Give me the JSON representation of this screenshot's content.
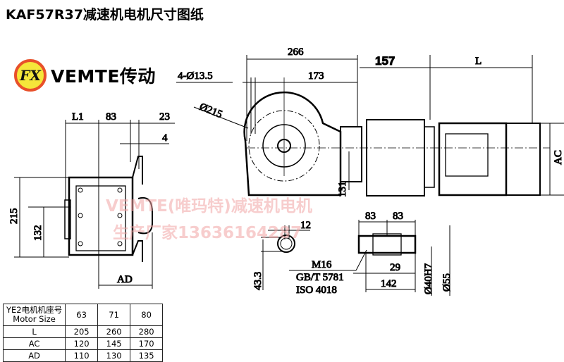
{
  "title": "KAF57R37减速机电机尺寸图纸",
  "logo": {
    "mark": "FX",
    "text": "VEMTE传动"
  },
  "watermark": {
    "line1": "VEMTE(唯玛特)减速机电机",
    "line2": "生产厂家13636164287"
  },
  "dimensions": {
    "d266": "266",
    "d157": "157",
    "dL": "L",
    "holes": "4-Ø13.5",
    "d173": "173",
    "d215": "Ø215",
    "d131": "131",
    "dAC": "AC",
    "dL1": "L1",
    "d83a": "83",
    "d23": "23",
    "d4": "4",
    "d215h": "215",
    "d132": "132",
    "dAD": "AD",
    "d12": "12",
    "d43": "43.3",
    "d83b": "83",
    "d83c": "83",
    "thread1": "M16",
    "thread2": "GB/T 5781",
    "thread3": "ISO 4018",
    "d29": "29",
    "d142": "142",
    "d40": "Ø40H7",
    "d55": "Ø55"
  },
  "table": {
    "header": {
      "label_cn": "YE2电机机座号",
      "label_en": "Motor Size",
      "cols": [
        "63",
        "71",
        "80"
      ]
    },
    "rows": [
      {
        "label": "L",
        "values": [
          "205",
          "260",
          "280"
        ]
      },
      {
        "label": "AC",
        "values": [
          "120",
          "145",
          "170"
        ]
      },
      {
        "label": "AD",
        "values": [
          "110",
          "130",
          "135"
        ]
      }
    ]
  }
}
